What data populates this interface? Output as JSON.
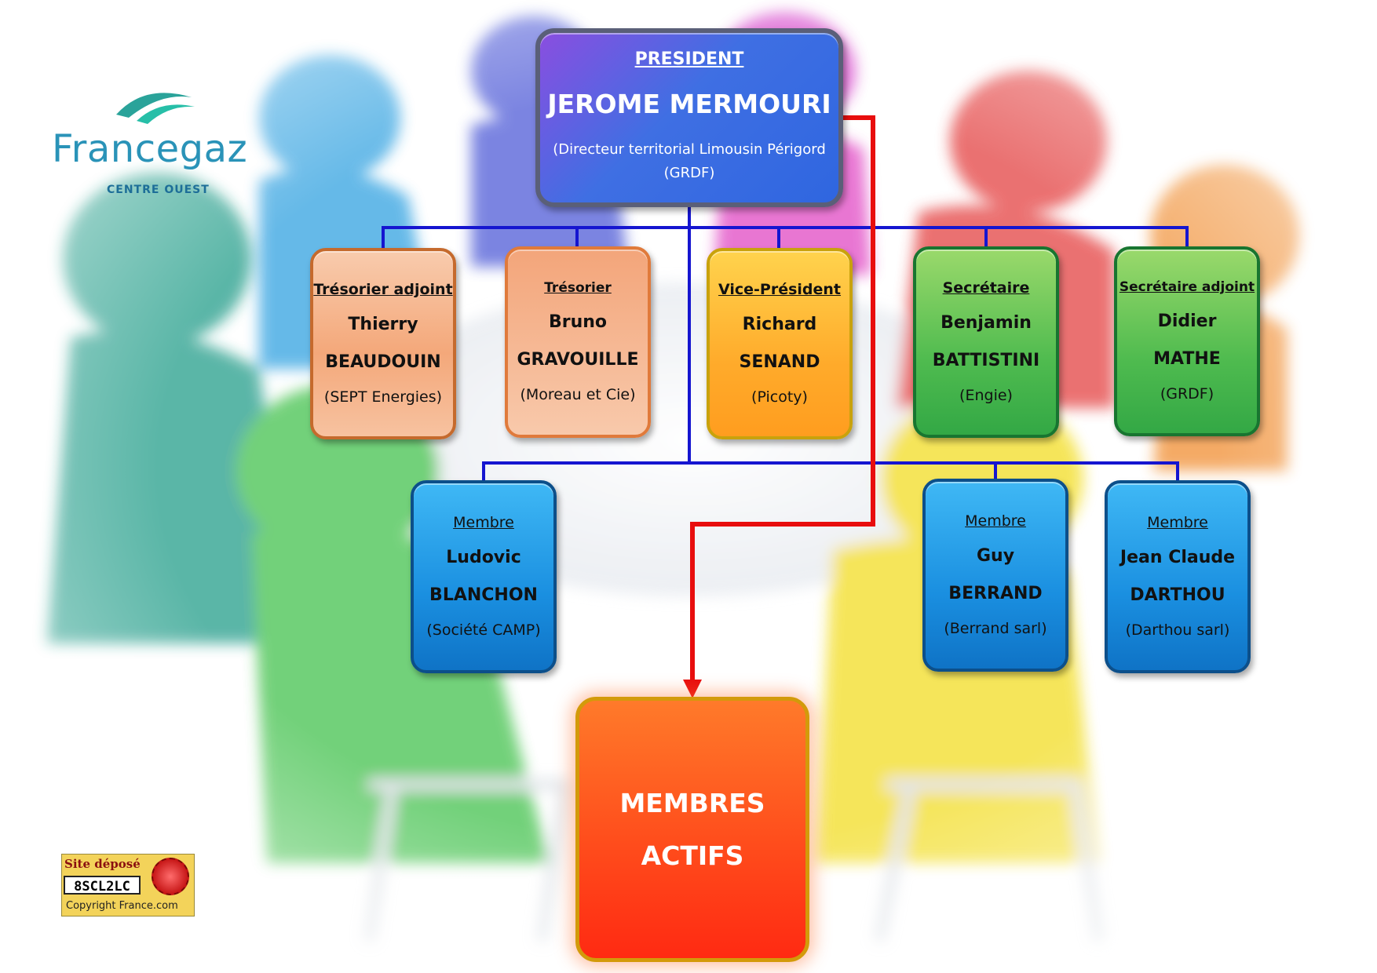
{
  "logo": {
    "name_part1": "France",
    "name_part2": "gaz",
    "subtitle": "CENTRE OUEST"
  },
  "president": {
    "role": "PRESIDENT",
    "name": "JEROME MERMOURI",
    "description": "(Directeur territorial Limousin Périgord (GRDF)"
  },
  "board": [
    {
      "role": "Trésorier adjoint",
      "first": "Thierry",
      "last": "BEAUDOUIN",
      "org": "(SEPT Energies)"
    },
    {
      "role": "Trésorier",
      "first": "Bruno",
      "last": "GRAVOUILLE",
      "org": "(Moreau et Cie)"
    },
    {
      "role": "Vice-Président",
      "first": "Richard",
      "last": "SENAND",
      "org": "(Picoty)"
    },
    {
      "role": "Secrétaire",
      "first": "Benjamin",
      "last": "BATTISTINI",
      "org": "(Engie)"
    },
    {
      "role": "Secrétaire adjoint",
      "first": "Didier",
      "last": "MATHE",
      "org": "(GRDF)"
    }
  ],
  "members": [
    {
      "role": "Membre",
      "first": "Ludovic",
      "last": "BLANCHON",
      "org": "(Société CAMP)"
    },
    {
      "role": "Membre",
      "first": "Guy",
      "last": "BERRAND",
      "org": "(Berrand sarl)"
    },
    {
      "role": "Membre",
      "first": "Jean Claude",
      "last": "DARTHOU",
      "org": "(Darthou sarl)"
    }
  ],
  "active_members": {
    "line1": "MEMBRES",
    "line2": "ACTIFS"
  },
  "copyright_badge": {
    "line1": "Site déposé",
    "code": "8SCL2LC",
    "line3": "Copyright France.com"
  },
  "colors": {
    "connector_blue": "#1515d0",
    "connector_red": "#e80e0e",
    "president": "#3f6fe3",
    "peach": "#f8c2a0",
    "orange": "#ffab2b",
    "green": "#4fbb4f",
    "blue": "#1a8fe0",
    "active_members": "#ff4d1c"
  }
}
